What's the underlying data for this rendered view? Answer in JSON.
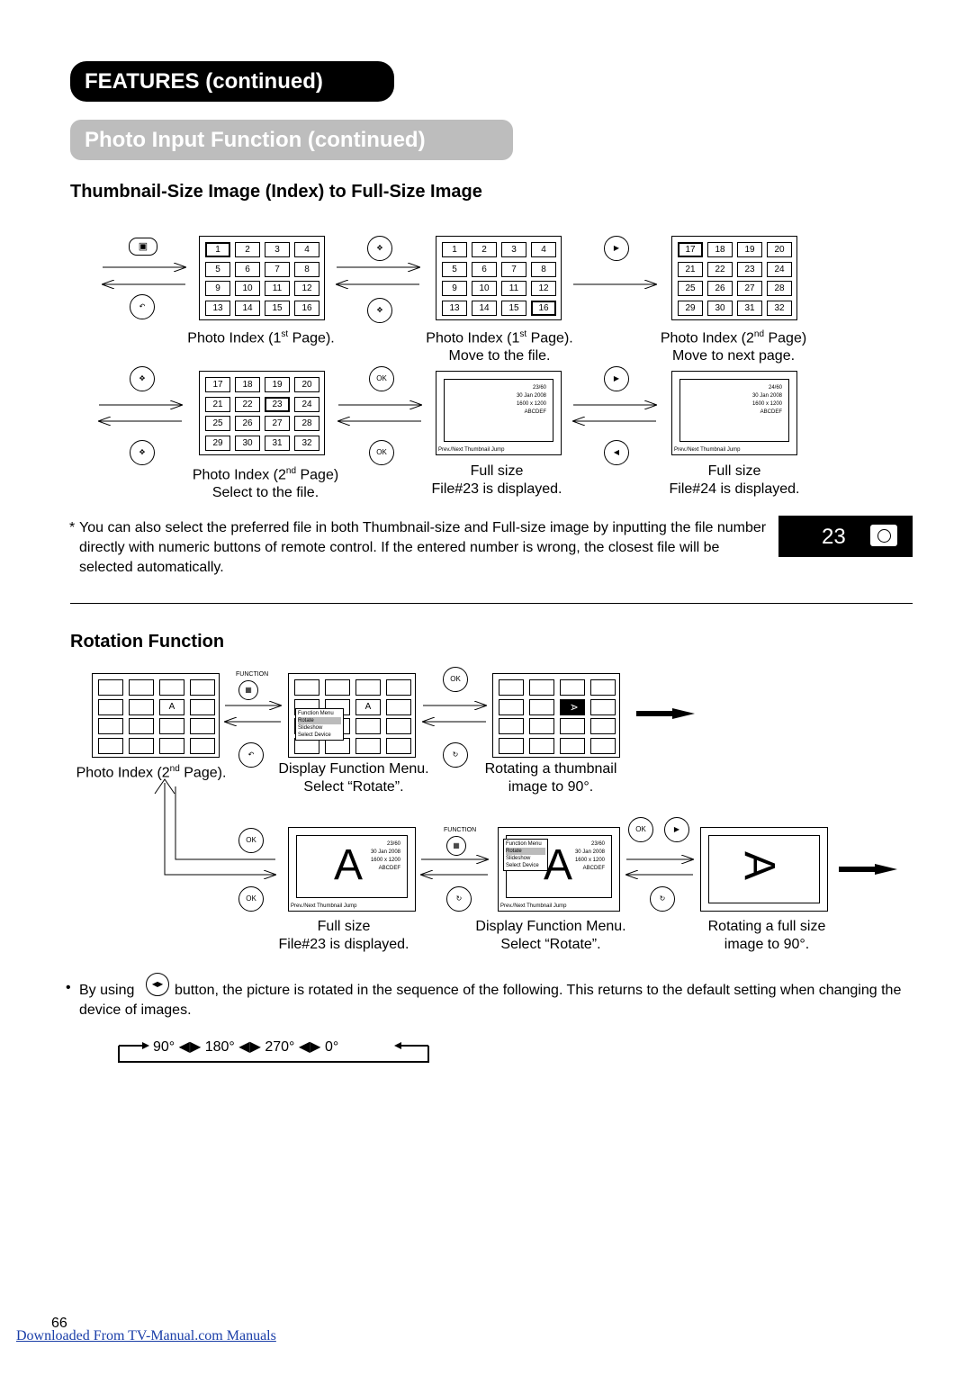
{
  "header": {
    "features_title": "FEATURES (continued)",
    "section_title": "Photo Input Function (continued)"
  },
  "thumb_section": {
    "title": "Thumbnail-Size Image (Index) to Full-Size Image",
    "grid_page1": [
      "1",
      "2",
      "3",
      "4",
      "5",
      "6",
      "7",
      "8",
      "9",
      "10",
      "11",
      "12",
      "13",
      "14",
      "15",
      "16"
    ],
    "grid_page2": [
      "17",
      "18",
      "19",
      "20",
      "21",
      "22",
      "23",
      "24",
      "25",
      "26",
      "27",
      "28",
      "29",
      "30",
      "31",
      "32"
    ],
    "caption_1": "Photo Index (1",
    "caption_1_sup": "st",
    "caption_1_end": " Page).",
    "caption_2a": "Photo Index (1",
    "caption_2a_sup": "st",
    "caption_2a_end": " Page).",
    "caption_2b": "Move to the file.",
    "caption_3a": "Photo Index (2",
    "caption_3a_sup": "nd",
    "caption_3a_end": " Page)",
    "caption_3b": "Move to next page.",
    "caption_4a": "Photo Index (2",
    "caption_4a_sup": "nd",
    "caption_4a_end": " Page)",
    "caption_4b": "Select to the file.",
    "caption_5a": "Full size",
    "caption_5b": "File#23 is displayed.",
    "caption_6a": "Full size",
    "caption_6b": "File#24 is displayed.",
    "screen_a": {
      "count": "23/60",
      "date": "30 Jan 2008",
      "res": "1600 x 1200",
      "name": "ABCDEF"
    },
    "screen_b": {
      "count": "24/60",
      "date": "30 Jan 2008",
      "res": "1600 x 1200",
      "name": "ABCDEF"
    },
    "footbar": {
      "prev": "Prev./Next",
      "thumb": "Thumbnail",
      "jump": "Jump"
    },
    "ok_label": "OK",
    "note_star": "*",
    "note": "You can also select the preferred file in both Thumbnail-size and Full-size image by inputting the file number directly with numeric buttons of remote control. If the entered number is wrong, the closest file will be selected automatically.",
    "badge_number": "23"
  },
  "rotation_section": {
    "title": "Rotation Function",
    "function_label": "FUNCTION",
    "thumb_letter": "A",
    "menu": {
      "title": "Function Menu",
      "rotate": "Rotate",
      "slideshow": "Slideshow",
      "select": "Select Device"
    },
    "caption_1a": "Photo Index (2",
    "caption_1a_sup": "nd",
    "caption_1a_end": " Page).",
    "caption_2a": "Display Function Menu.",
    "caption_2b": "Select “Rotate”.",
    "caption_3a": "Rotating a thumbnail",
    "caption_3b": "image to 90°.",
    "caption_4a": "Full size",
    "caption_4b": "File#23 is displayed.",
    "caption_5a": "Display Function Menu.",
    "caption_5b": "Select “Rotate”.",
    "caption_6a": "Rotating a full size",
    "caption_6b": "image to 90°.",
    "bullet": "•",
    "bullet_pre": "By using",
    "bullet_post": "button, the picture is rotated in the sequence of the following. This returns to the default setting when changing the device of images.",
    "sequence": [
      "90°",
      "180°",
      "270°",
      "0°"
    ]
  },
  "footer": {
    "page_number": "66",
    "link": "Downloaded From TV-Manual.com Manuals"
  }
}
